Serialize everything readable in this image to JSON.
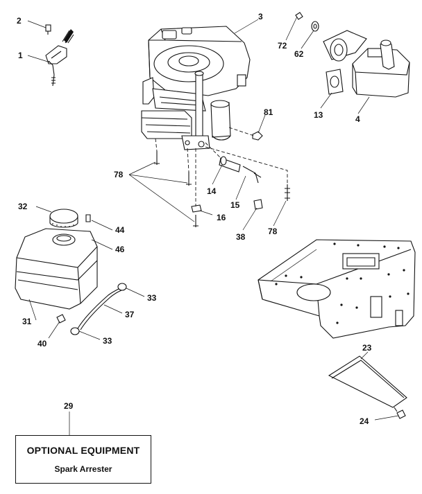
{
  "callouts": {
    "c2": "2",
    "c1": "1",
    "c3": "3",
    "c72": "72",
    "c62": "62",
    "c13": "13",
    "c4": "4",
    "c81": "81",
    "c78a": "78",
    "c14": "14",
    "c15": "15",
    "c16": "16",
    "c38": "38",
    "c78b": "78",
    "c32": "32",
    "c44": "44",
    "c46": "46",
    "c33a": "33",
    "c37": "37",
    "c31": "31",
    "c40": "40",
    "c33b": "33",
    "c23": "23",
    "c24": "24",
    "c29": "29"
  },
  "optional_box": {
    "title": "OPTIONAL EQUIPMENT",
    "subtitle": "Spark Arrester"
  }
}
